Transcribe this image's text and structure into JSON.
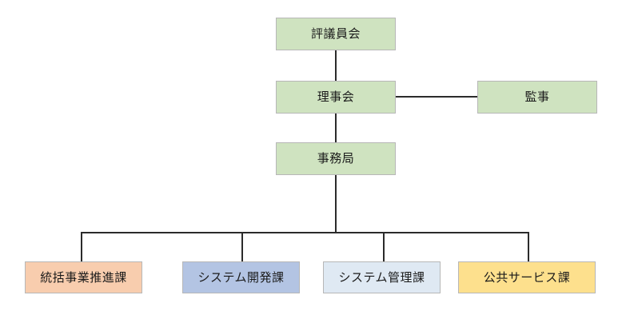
{
  "chart": {
    "type": "org-chart",
    "title": "",
    "background_color": "#ffffff",
    "connector_color": "#2b2b2b",
    "border_color": "#b7b7b7"
  },
  "nodes": {
    "hyogiinkai": {
      "label": "評議員会",
      "level": 1,
      "color": "#cfe3c0"
    },
    "rijikai": {
      "label": "理事会",
      "level": 2,
      "color": "#cfe3c0"
    },
    "kanji": {
      "label": "監事",
      "level": 2,
      "color": "#cfe3c0"
    },
    "jimukyoku": {
      "label": "事務局",
      "level": 3,
      "color": "#cfe3c0"
    },
    "tokatsu": {
      "label": "統括事業推進課",
      "level": 4,
      "color": "#f8cdae"
    },
    "system_kaihatsu": {
      "label": "システム開発課",
      "level": 4,
      "color": "#b3c4e3"
    },
    "system_kanri": {
      "label": "システム管理課",
      "level": 4,
      "color": "#dfe9f3"
    },
    "kokyo_service": {
      "label": "公共サービス課",
      "level": 4,
      "color": "#fde08d"
    }
  }
}
